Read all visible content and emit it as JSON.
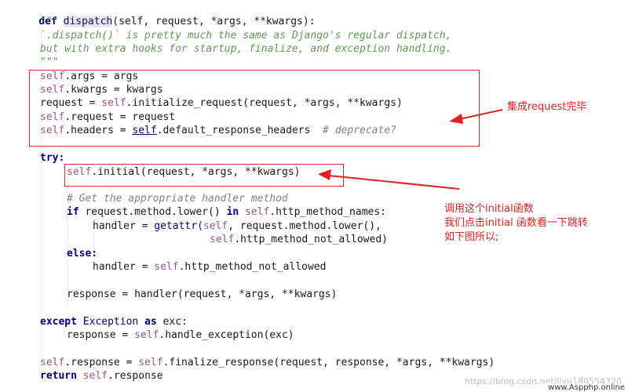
{
  "code": {
    "def_kw": "def",
    "func_name": "dispatch",
    "signature": "(self, request, *args, **kwargs):",
    "docstring": [
      "\"\"\"",
      "`.dispatch()` is pretty much the same as Django's regular dispatch,",
      "but with extra hooks for startup, finalize, and exception handling.",
      "\"\"\""
    ],
    "l_args": ".args = args",
    "l_kwargs": ".kwargs = kwargs",
    "l_req_a": "request = ",
    "l_req_b": ".initialize_request(request, *args, **kwargs)",
    "l_selfreq": ".request = request",
    "l_headers_a": ".headers = ",
    "l_headers_b": ".default_response_headers  ",
    "l_headers_comment": "# deprecate?",
    "try_kw": "try:",
    "l_initial": ".initial(request, *args, **kwargs)",
    "comment_handler": "# Get the appropriate handler method",
    "if_kw": "if",
    "l_if_a": " request.method.lower() ",
    "in_kw": "in",
    "l_if_b": ".http_method_names:",
    "l_handler_a": "handler = ",
    "getattr_fn": "getattr",
    "l_handler_b": "(",
    "l_handler_c": ", request.method.lower(),",
    "l_handler_d": ".http_method_not_allowed)",
    "else_kw": "else:",
    "l_else_a": "handler = ",
    "l_else_b": ".http_method_not_allowed",
    "l_response": "response = handler(request, *args, **kwargs)",
    "except_kw": "except",
    "exception_cls": "Exception",
    "as_kw": "as",
    "l_except_b": " exc:",
    "l_exc_a": "response = ",
    "l_exc_b": ".handle_exception(exc)",
    "l_final_a": ".response = ",
    "l_final_b": ".finalize_response(request, response, *args, **kwargs)",
    "return_kw": "return",
    "l_return_b": ".response",
    "self_kw": "self"
  },
  "annotations": {
    "note1": "集成request完毕",
    "note2_line1": "调用这个initial函数",
    "note2_line2": "我们点击initial 函数看一下跳转",
    "note2_line3": "如下图所以;"
  },
  "watermark": "https://blog.csdn.net/liyu180554320",
  "site": "www.Aspphp.online",
  "colors": {
    "annotation_red": "#e02020",
    "keyword": "#000080",
    "self": "#94558d",
    "comment": "#808080",
    "docstring": "#629755"
  }
}
